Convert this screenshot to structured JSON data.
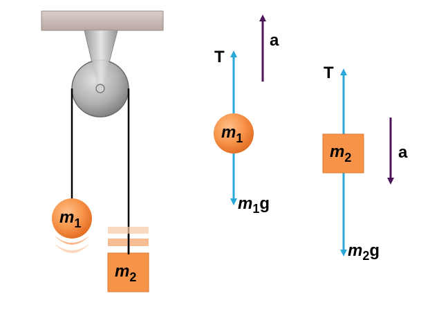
{
  "colors": {
    "ceiling": "#c9b8b4",
    "rope": "#000000",
    "force_arrow": "#2aa8d8",
    "accel_arrow": "#4b1458",
    "mass_orange": "#f7944a",
    "mass_edge": "#e07830"
  },
  "apparatus": {
    "m1": {
      "symbol": "m",
      "sub": "1"
    },
    "m2": {
      "symbol": "m",
      "sub": "2"
    }
  },
  "fbd1": {
    "tension": "T",
    "accel": "a",
    "mass": {
      "symbol": "m",
      "sub": "1"
    },
    "weight": {
      "symbol": "m",
      "sub": "1",
      "tail": "g"
    }
  },
  "fbd2": {
    "tension": "T",
    "accel": "a",
    "mass": {
      "symbol": "m",
      "sub": "2"
    },
    "weight": {
      "symbol": "m",
      "sub": "2",
      "tail": "g"
    }
  }
}
